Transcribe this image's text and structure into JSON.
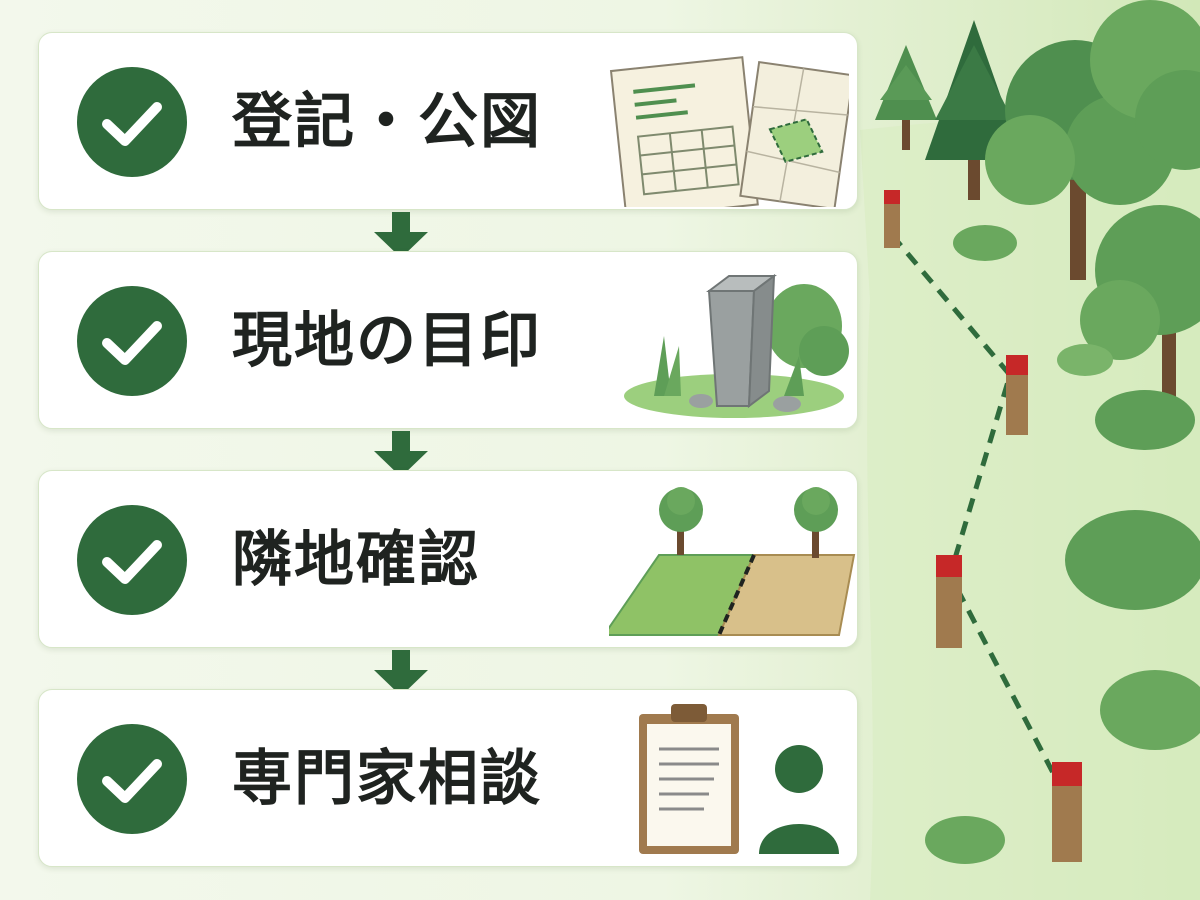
{
  "steps": [
    {
      "label": "登記・公図",
      "icon": "registry-documents-icon"
    },
    {
      "label": "現地の目印",
      "icon": "boundary-stone-icon"
    },
    {
      "label": "隣地確認",
      "icon": "neighbor-plots-icon"
    },
    {
      "label": "専門家相談",
      "icon": "expert-consultation-icon"
    }
  ],
  "colors": {
    "check": "#2f6b3c",
    "arrow": "#2f6b3c",
    "label": "#1f2320",
    "marker_top": "#c62828",
    "dashed_line": "#2f6b3c"
  }
}
